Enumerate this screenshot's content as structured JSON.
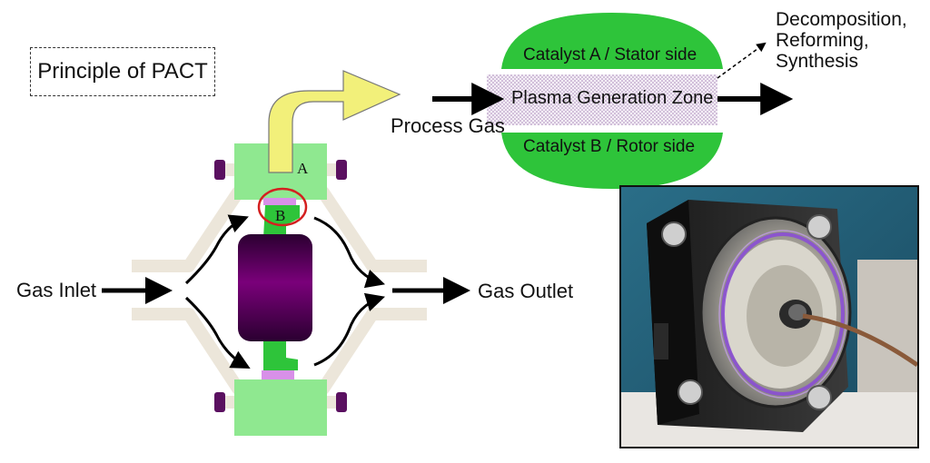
{
  "title": "Principle of PACT",
  "labels": {
    "gas_inlet": "Gas Inlet",
    "gas_outlet": "Gas Outlet",
    "process_gas": "Process Gas",
    "point_a": "A",
    "point_b": "B",
    "catalyst_a": "Catalyst A / Stator side",
    "catalyst_b": "Catalyst B / Rotor side",
    "plasma_zone": "Plasma Generation Zone",
    "result_line1": "Decomposition,",
    "result_line2": "Reforming,",
    "result_line3": "Synthesis"
  },
  "colors": {
    "catalyst_green": "#2ec43a",
    "block_green": "#8fe890",
    "rotor_purple": "#6a006a",
    "arrow_yellow": "#f2f07a",
    "casing_beige": "#ece6da",
    "highlight_red": "#d42020",
    "pad_pink": "#d890e8"
  }
}
